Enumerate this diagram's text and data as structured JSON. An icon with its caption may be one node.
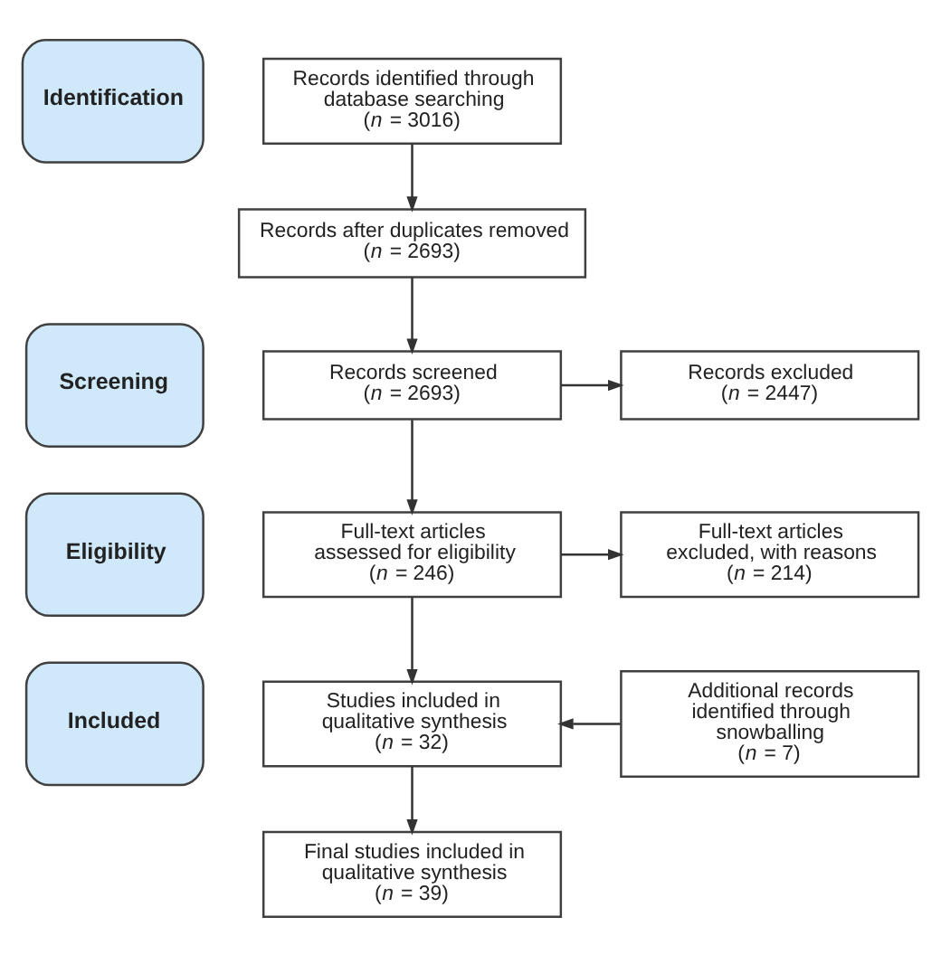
{
  "diagram": {
    "nodes": [
      {
        "text": [
          "Identification"
        ]
      },
      {
        "text": [
          "Records identified through database searching",
          "(*n* = 3016)"
        ]
      },
      {
        "text": [
          "Records after duplicates removed",
          "(*n* = 2693)"
        ]
      },
      {
        "text": [
          "Screening"
        ]
      },
      {
        "text": [
          "Records screened",
          "(*n* = 2693)"
        ]
      },
      {
        "text": [
          "Records excluded",
          "(*n* = 2447)"
        ]
      },
      {
        "text": [
          "Eligibility"
        ]
      },
      {
        "text": [
          "Full-text articles assessed for eligibility",
          "(*n* = 246)"
        ]
      },
      {
        "text": [
          "Full-text articles excluded, with reasons",
          "(*n* = 214)"
        ]
      },
      {
        "text": [
          "Studies included in qualitative synthesis",
          "(*n* = 32)"
        ]
      },
      {
        "text": [
          "Additional records identified through snowballing",
          "(*n* = 7)"
        ]
      },
      {
        "text": [
          "Included"
        ]
      },
      {
        "text": [
          "Final studies included in qualitative synthesis",
          "(*n* = 39)"
        ]
      }
    ],
    "edges": [
      {
        "from": 1,
        "to": 2,
        "arrow": "to"
      },
      {
        "from": 2,
        "to": 4,
        "arrow": "to"
      },
      {
        "from": 4,
        "to": 5,
        "arrow": "to"
      },
      {
        "from": 4,
        "to": 7,
        "arrow": "to"
      },
      {
        "from": 7,
        "to": 8,
        "arrow": "to"
      },
      {
        "from": 7,
        "to": 9,
        "arrow": "to"
      },
      {
        "from": 10,
        "to": 9,
        "arrow": "to"
      },
      {
        "from": 9,
        "to": 12,
        "arrow": "to"
      }
    ]
  }
}
